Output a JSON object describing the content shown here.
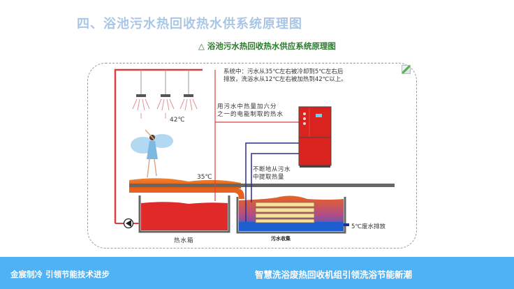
{
  "slide": {
    "title": "四、浴池污水热回收热水供系统原理图"
  },
  "diagram": {
    "title": "△ 浴池污水热回收热水供应系统原理图",
    "notes": {
      "system": "系统中：污水从35℃左右被冷却到5℃左右后\n排放，洗浴水从12℃左右被加热到42℃以上。",
      "electric": "用污水中热量加六分\n之一的电能制取的热水",
      "extract": "不断地从污水\n中提取热量"
    },
    "labels": {
      "shower_temp": "42℃",
      "drain_temp": "35℃",
      "discharge": "5℃废水排放",
      "hot_tank": "热水箱",
      "sewage_pool": "污水收集"
    },
    "colors": {
      "hot_pipe": "#d94040",
      "cold_pipe": "#2a2f8a",
      "hot_water": "#e02a2a",
      "sewage_top": "#e8621f",
      "sewage_bottom": "#1d5fd0",
      "heat_pump": "#d9231f",
      "coil": "#f5e29a"
    }
  },
  "footer": {
    "left_slogan": "金宸制冷  引领节能技术进步",
    "right_slogan": "智慧洗浴废热回收机组引领洗浴节能新潮",
    "color": "#4fb2f5"
  }
}
